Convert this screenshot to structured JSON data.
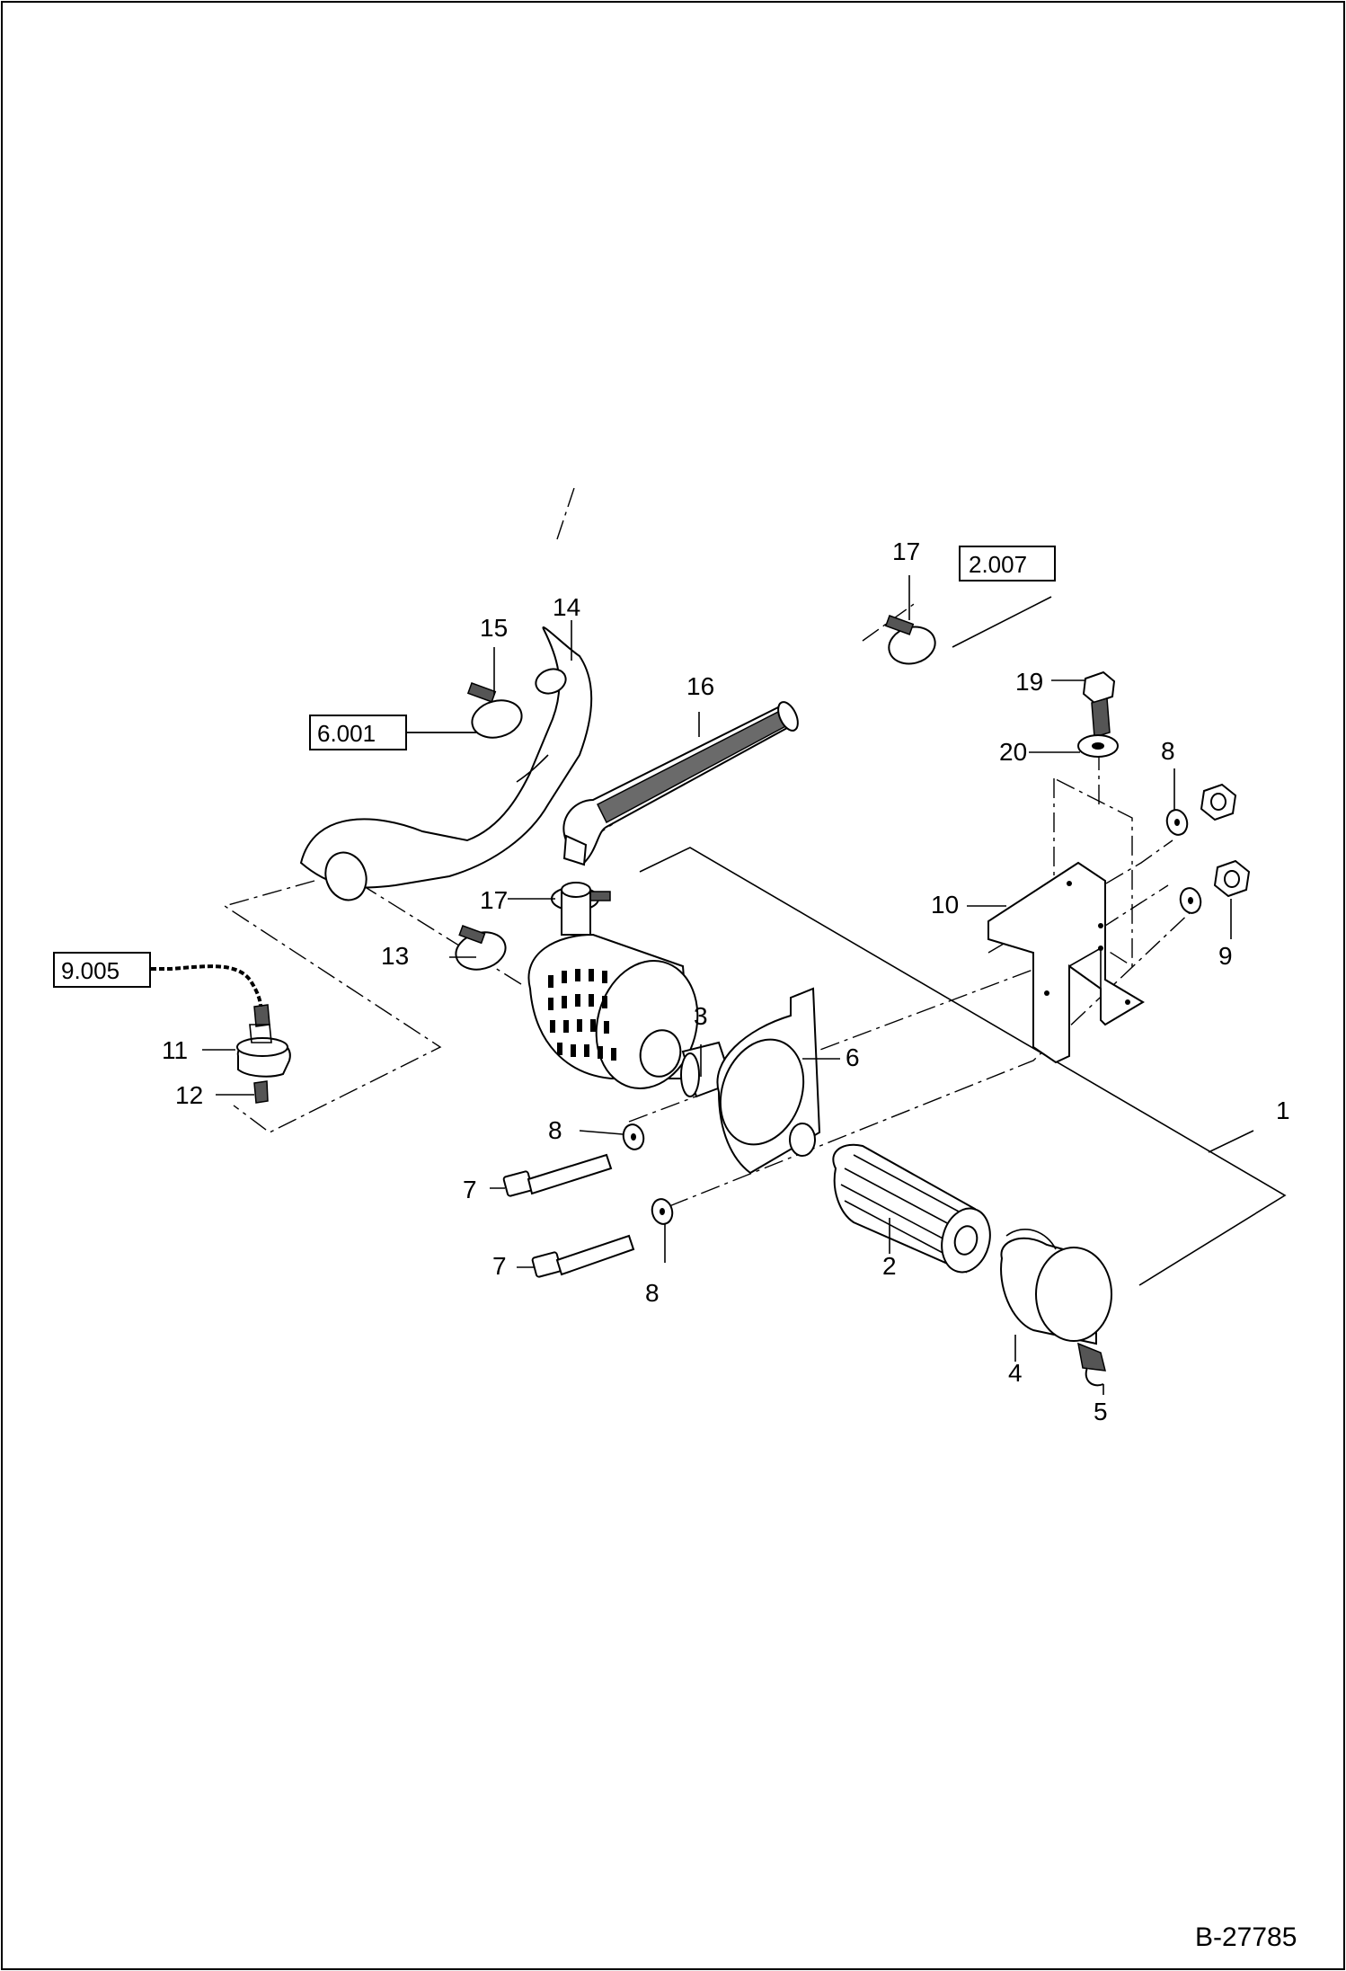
{
  "drawing_number": "B-27785",
  "callouts": {
    "c1": "1",
    "c2": "2",
    "c3": "3",
    "c4": "4",
    "c5": "5",
    "c6": "6",
    "c7a": "7",
    "c7b": "7",
    "c8a": "8",
    "c8b": "8",
    "c8c": "8",
    "c9": "9",
    "c10": "10",
    "c11": "11",
    "c12": "12",
    "c13": "13",
    "c14": "14",
    "c15": "15",
    "c16": "16",
    "c17a": "17",
    "c17b": "17",
    "c19": "19",
    "c20": "20"
  },
  "references": {
    "r2007": "2.007",
    "r6001": "6.001",
    "r9005": "9.005"
  }
}
